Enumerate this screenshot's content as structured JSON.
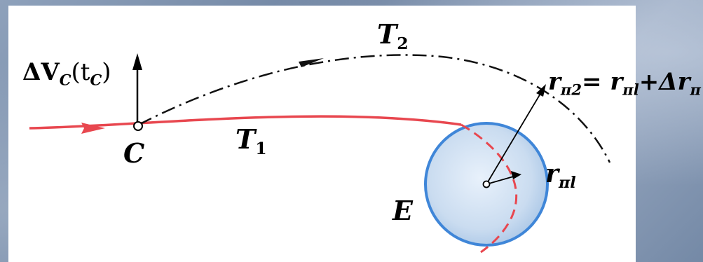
{
  "labels": {
    "delta_v": "ΔV",
    "delta_v_sub": "C",
    "delta_v_arg_open": "(t",
    "delta_v_arg_sub": "C",
    "delta_v_arg_close": ")",
    "point_c": "C",
    "t1": "T",
    "t1_sub": "1",
    "t2": "T",
    "t2_sub": "2",
    "earth": "E",
    "r_pi1": "r",
    "r_pi1_sub": "πl",
    "r_pi2_lhs": "r",
    "r_pi2_lhs_sub": "π2",
    "r_pi2_eq": "= r",
    "r_pi2_rhs_sub": "πl",
    "r_pi2_plus": "+Δr",
    "r_pi2_plus_sub": "π"
  },
  "colors": {
    "trajectory_t1": "#e8474f",
    "trajectory_t2": "#111111",
    "earth_fill": "#cfe0f2",
    "earth_stroke": "#3f86d8",
    "ink": "#000000"
  }
}
